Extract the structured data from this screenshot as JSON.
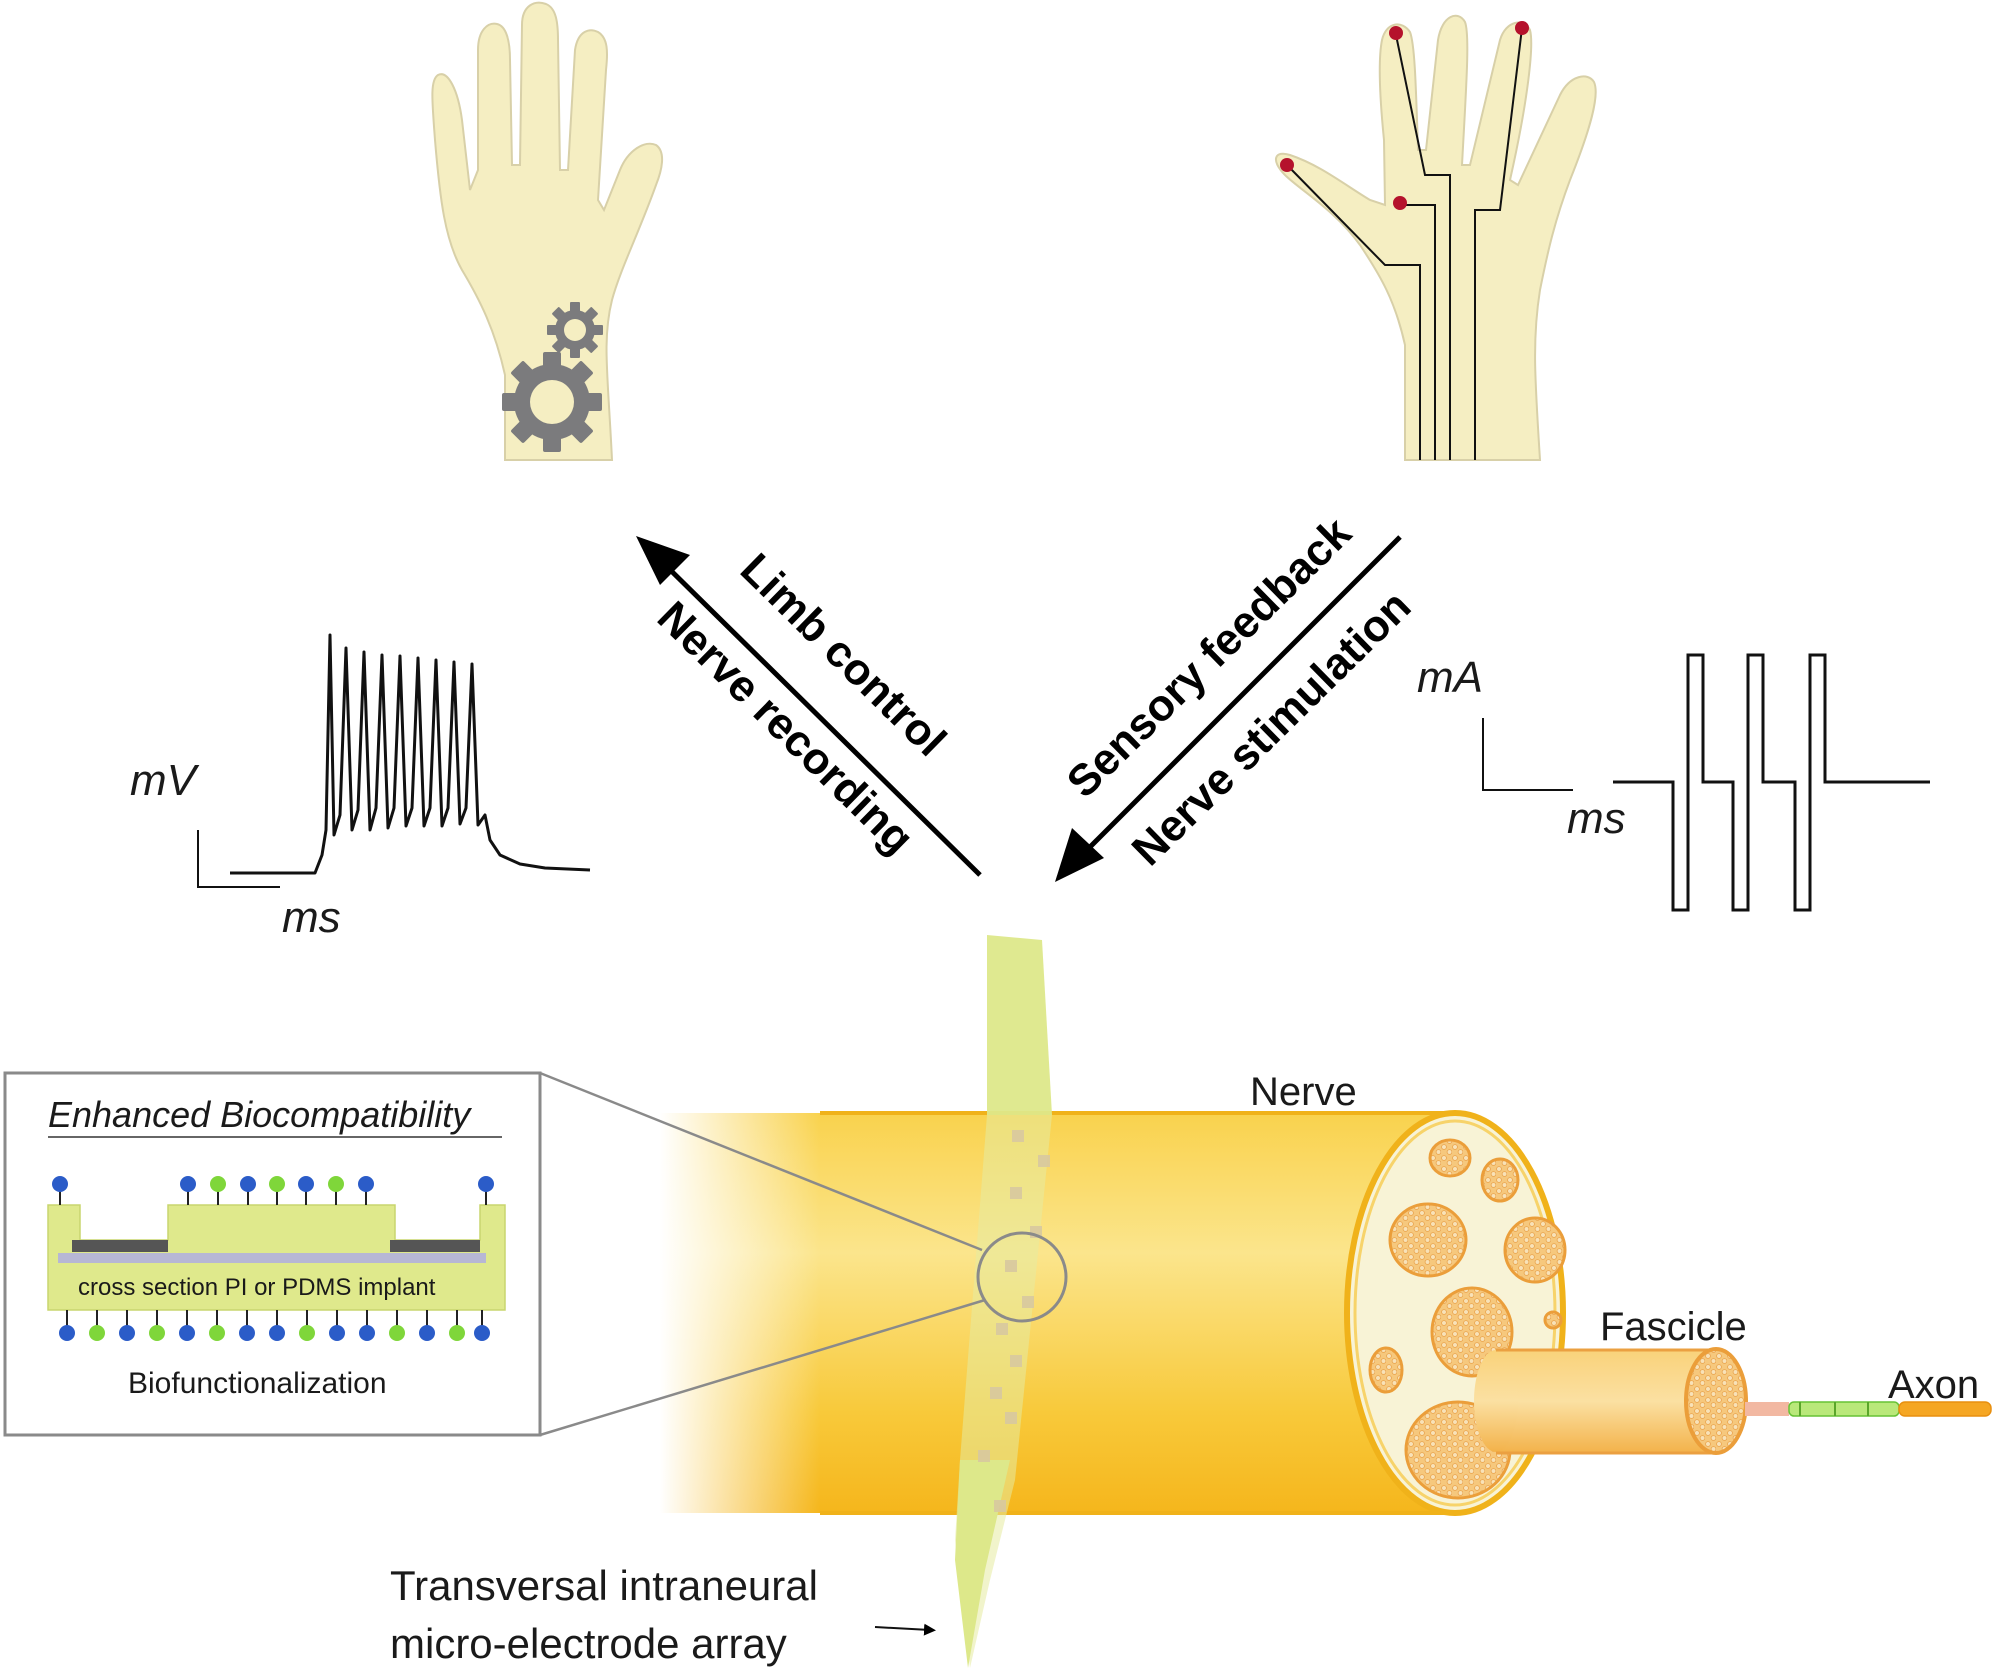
{
  "arrows": {
    "left_upper": "Limb control",
    "left_lower": "Nerve recording",
    "right_upper": "Sensory feedback",
    "right_lower": "Nerve stimulation"
  },
  "recording_trace": {
    "y_unit": "mV",
    "x_unit": "ms"
  },
  "stimulation_trace": {
    "y_unit": "mA",
    "x_unit": "ms"
  },
  "inset": {
    "title": "Enhanced Biocompatibility",
    "implant_label": "cross section PI or PDMS implant",
    "bottom_label": "Biofunctionalization"
  },
  "nerve": {
    "nerve_label": "Nerve",
    "fascicle_label": "Fascicle",
    "axon_label": "Axon",
    "electrode_label_line1": "Transversal intraneural",
    "electrode_label_line2": "micro-electrode array"
  },
  "colors": {
    "hand": "#f5eec2",
    "hand_outline": "#d8d0a8",
    "gear": "#7b7b7d",
    "sensor_dot": "#b5122c",
    "nerve_yellow": "#f7c531",
    "nerve_light": "#fbe386",
    "electrode": "#dde88a",
    "implant": "#dfe98c",
    "molecule_blue": "#2b5cc8",
    "molecule_green": "#7fd63a"
  },
  "icons": {
    "left_hand": "hand-with-gears-icon",
    "right_hand": "hand-with-sensors-icon"
  }
}
